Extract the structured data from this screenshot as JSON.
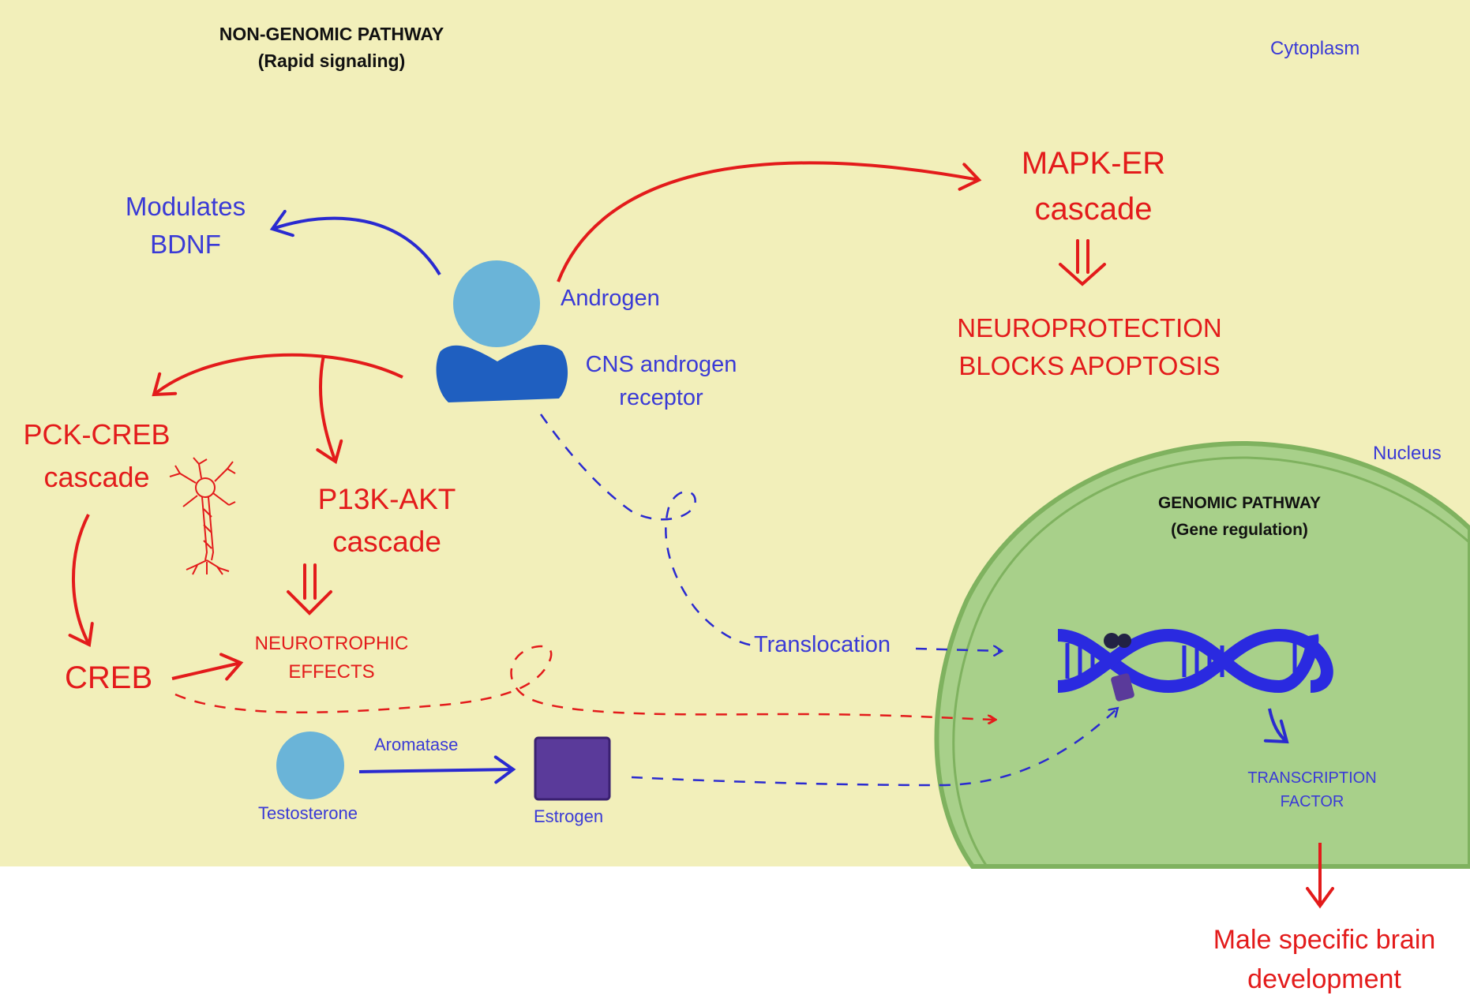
{
  "regions": {
    "cytoplasm": "Cytoplasm",
    "nucleus": "Nucleus"
  },
  "headings": {
    "non_genomic_title": "NON-GENOMIC PATHWAY",
    "non_genomic_sub": "(Rapid signaling)",
    "genomic_title": "GENOMIC PATHWAY",
    "genomic_sub": "(Gene regulation)"
  },
  "labels": {
    "modulates": "Modulates",
    "bdnf": "BDNF",
    "androgen": "Androgen",
    "cns_receptor_1": "CNS androgen",
    "cns_receptor_2": "receptor",
    "mapk_1": "MAPK-ER",
    "mapk_2": "cascade",
    "neuroprotection": "NEUROPROTECTION",
    "blocks_apoptosis": "BLOCKS APOPTOSIS",
    "pck_1": "PCK-CREB",
    "pck_2": "cascade",
    "pi3k_1": "P13K-AKT",
    "pi3k_2": "cascade",
    "neurotrophic_1": "NEUROTROPHIC",
    "neurotrophic_2": "EFFECTS",
    "creb": "CREB",
    "translocation": "Translocation",
    "aromatase": "Aromatase",
    "testosterone": "Testosterone",
    "estrogen": "Estrogen",
    "transcription_1": "TRANSCRIPTION",
    "transcription_2": "FACTOR",
    "male_1": "Male specific brain",
    "male_2": "development"
  },
  "colors": {
    "cytoplasm_fill": "#f2efba",
    "nucleus_fill": "#a8d08a",
    "nucleus_border": "#7fb25f",
    "pathway_red": "#e31b1b",
    "pathway_blue": "#3a3ad6",
    "molecule_light_blue": "#6ab4d8",
    "receptor_blue": "#1f5fc0",
    "estrogen_purple": "#5a3a9a",
    "dna_blue": "#2a2ae0"
  },
  "icons": {
    "receptor": "person-icon",
    "neuron": "neuron-icon",
    "dna": "dna-helix-icon"
  }
}
